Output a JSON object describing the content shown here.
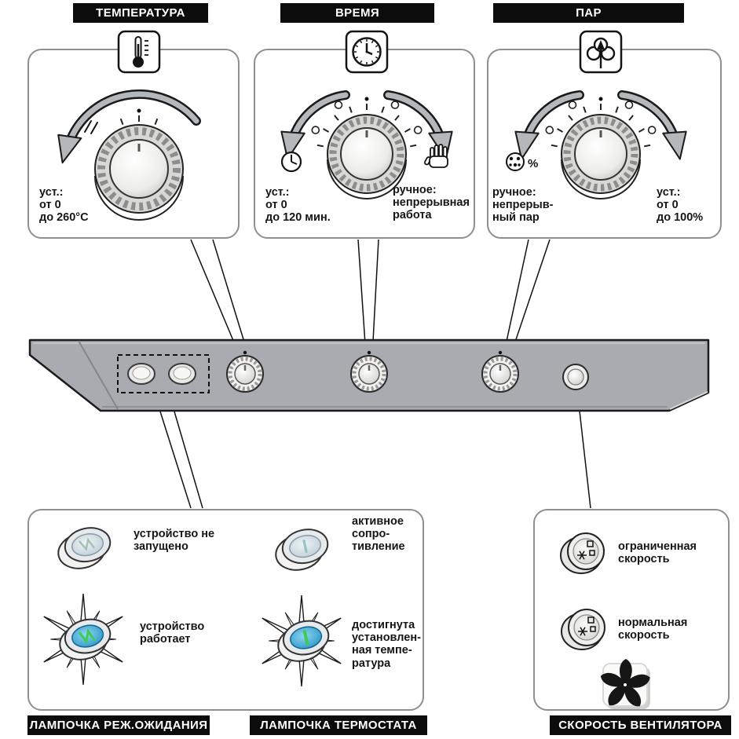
{
  "sections": {
    "temperature": {
      "title": "ТЕМПЕРАТУРА",
      "set_note": "уст.:\nот 0\nдо 260°C"
    },
    "time": {
      "title": "ВРЕМЯ",
      "set_note": "уст.:\nот 0\nдо 120 мин.",
      "manual_note": "ручное:\nнепрерывная\nработа"
    },
    "steam": {
      "title": "ПАР",
      "manual_note": "ручное:\nнепрерыв-\nный пар",
      "set_note": "уст.:\nот 0\nдо 100%",
      "percent_symbol": "%"
    }
  },
  "indicators": {
    "standby": {
      "label": "ЛАМПОЧКА РЕЖ.ОЖИДАНИЯ",
      "off_text": "устройство не\nзапущено",
      "on_text": "устройство\nработает"
    },
    "thermostat": {
      "label": "ЛАМПОЧКА ТЕРМОСТАТА",
      "off_text": "активное\nсопро-\nтивление",
      "on_text": "достигнута\nустановлен-\nная темпе-\nратура"
    },
    "fan": {
      "label": "СКОРОСТЬ ВЕНТИЛЯТОРА",
      "limited_text": "ограниченная\nскорость",
      "normal_text": "нормальная\nскорость"
    }
  },
  "icons": {
    "temperature": "thermometer-icon",
    "time": "clock-icon",
    "steam": "steam-puff-icon",
    "timer_set": "small-clock-icon",
    "manual_mode": "hand-icon",
    "steam_manual": "droplets-percent-icon",
    "fan": "fan-blades-icon",
    "fan_buttons": "snowflake-squares-icon"
  },
  "colors": {
    "bar_black": "#0c0c0c",
    "panel_border_gray": "#8f8f8f",
    "strip_gray": "#a8acb0",
    "lamp_on_blue": "#2b9fd6",
    "lamp_glyph_green": "#3ecb52"
  }
}
